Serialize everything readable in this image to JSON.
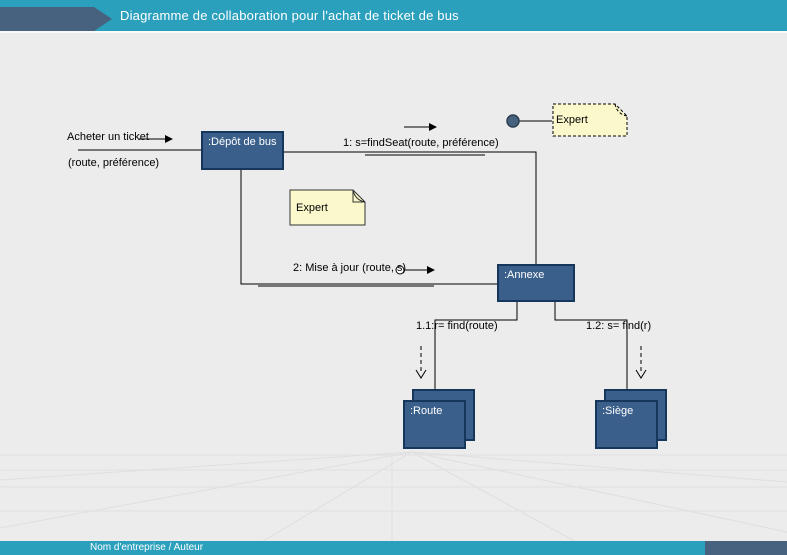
{
  "header": {
    "title": "Diagramme de collaboration pour l'achat de ticket de bus"
  },
  "footer": {
    "company_author": "Nom d'entreprise / Auteur"
  },
  "colors": {
    "teal_bar": "#2ba0bd",
    "slate_accent": "#47627e",
    "object_fill": "#3a5f8b",
    "object_border": "#16365c",
    "note_fill": "#fbf9cb",
    "canvas_background": "#ececec"
  },
  "diagram": {
    "actor": {
      "label": "Acheter un ticket",
      "params": "(route, préférence)"
    },
    "objects": {
      "depot": ":Dépôt de bus",
      "annexe": ":Annexe",
      "route": ":Route",
      "siege": ":Siège"
    },
    "notes": {
      "top_right": "Expert",
      "middle": "Expert"
    },
    "messages": {
      "m1": "1: s=findSeat(route, préférence)",
      "m2": "2: Mise à jour (route, s)",
      "m11": "1.1:r= find(route)",
      "m12": "1.2: s= find(r)"
    }
  }
}
